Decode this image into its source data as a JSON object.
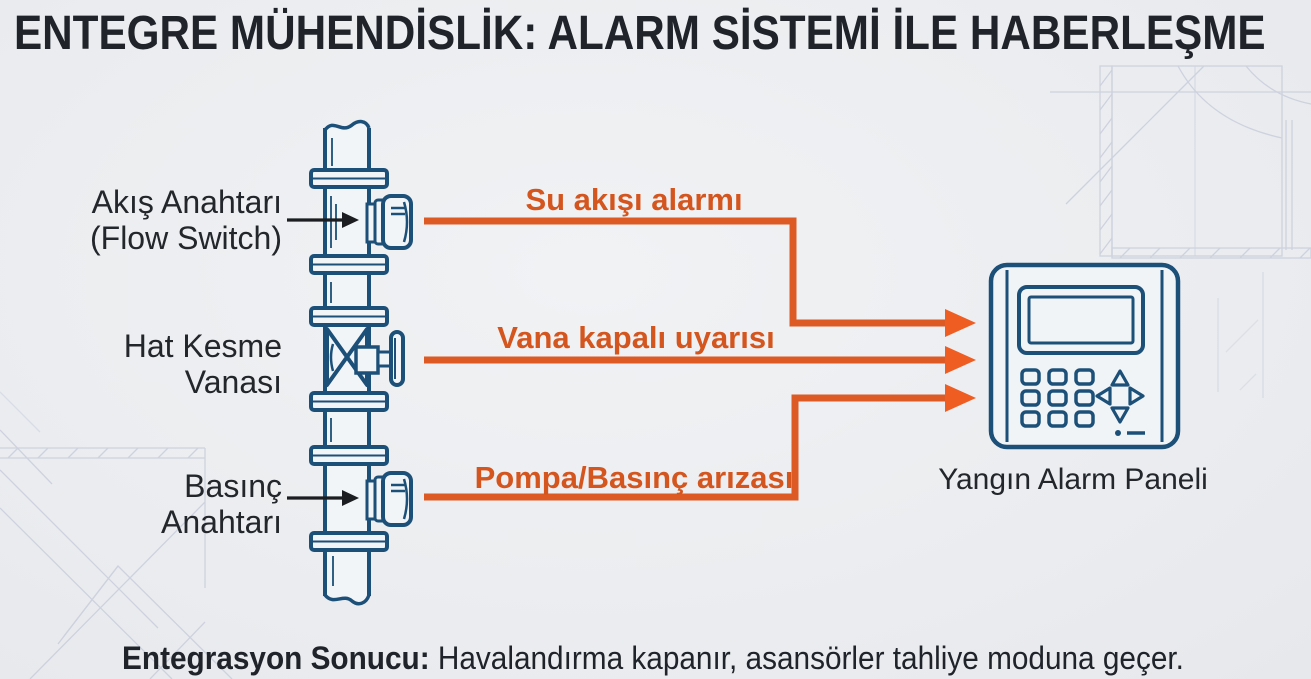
{
  "title": "ENTEGRE MÜHENDİSLİK: ALARM SİSTEMİ İLE HABERLEŞME",
  "colors": {
    "background": "#edeff1",
    "ink": "#23262b",
    "pipe_blue": "#1c5078",
    "signal_orange": "#dd5a24",
    "sketch_gray": "#c7ccda"
  },
  "pipe_labels": {
    "flow_switch_line1": "Akış Anahtarı",
    "flow_switch_line2": "(Flow Switch)",
    "valve_line1": "Hat Kesme",
    "valve_line2": "Vanası",
    "pressure_switch_line1": "Basınç",
    "pressure_switch_line2": "Anahtarı"
  },
  "signals": [
    {
      "label": "Su akışı alarmı"
    },
    {
      "label": "Vana kapalı uyarısı"
    },
    {
      "label": "Pompa/Basınç arızası"
    }
  ],
  "panel": {
    "label": "Yangın Alarm Paneli"
  },
  "caption": {
    "bold": "Entegrasyon Sonucu:",
    "rest": " Havalandırma kapanır, asansörler tahliye moduna geçer."
  }
}
